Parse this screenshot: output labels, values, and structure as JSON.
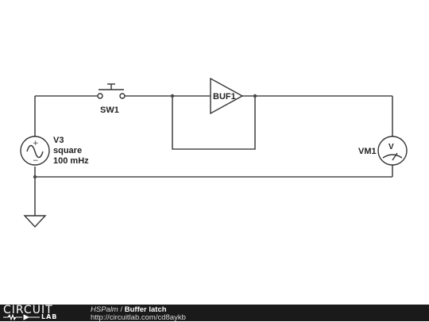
{
  "schematic": {
    "components": {
      "switch": {
        "name": "SW1"
      },
      "buffer": {
        "name": "BUF1"
      },
      "source": {
        "name": "V3",
        "waveform": "square",
        "frequency": "100 mHz",
        "plus": "+",
        "minus": "−"
      },
      "voltmeter": {
        "name": "VM1",
        "symbol": "V"
      }
    }
  },
  "footer": {
    "logo_top": "CIRCUIT",
    "logo_bottom": "LAB",
    "author": "HSPalm",
    "separator": " / ",
    "title": "Buffer latch",
    "url": "http://circuitlab.com/cd8aykb"
  },
  "colors": {
    "wire": "#4a4a4a",
    "footer_bg": "#1a1a1a",
    "text": "#222222"
  }
}
